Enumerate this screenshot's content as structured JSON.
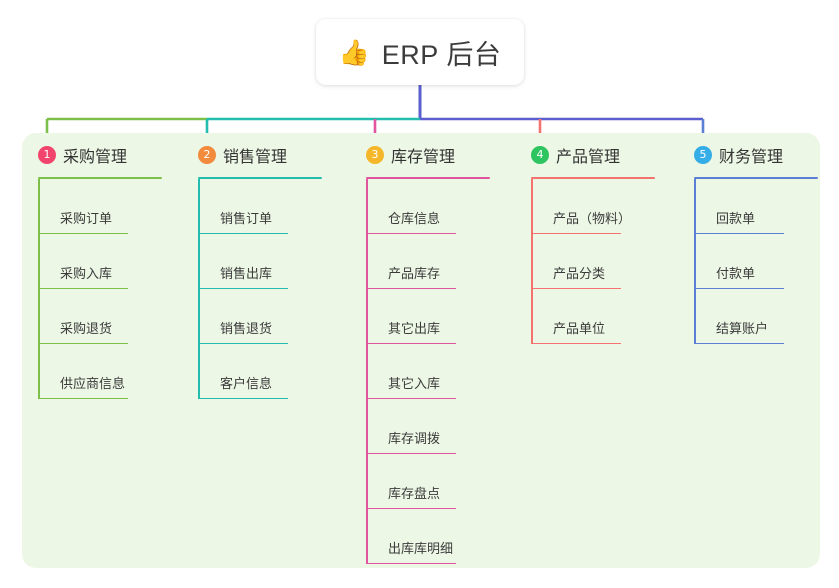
{
  "root": {
    "icon": "thumbs-up-icon",
    "emoji": "👍",
    "title": "ERP 后台"
  },
  "theme": {
    "page_background": "#ffffff",
    "panel_background": "#edf7e6",
    "root_text": "#3c3c3c",
    "trunk_color": "#5b5fcf"
  },
  "columns": [
    {
      "number": "1",
      "title": "采购管理",
      "badge_color": "#f2456e",
      "line_color": "#7cc04a",
      "items": [
        {
          "label": "采购订单"
        },
        {
          "label": "采购入库"
        },
        {
          "label": "采购退货"
        },
        {
          "label": "供应商信息"
        }
      ]
    },
    {
      "number": "2",
      "title": "销售管理",
      "badge_color": "#f28b3c",
      "line_color": "#22bdae",
      "items": [
        {
          "label": "销售订单"
        },
        {
          "label": "销售出库"
        },
        {
          "label": "销售退货"
        },
        {
          "label": "客户信息"
        }
      ]
    },
    {
      "number": "3",
      "title": "库存管理",
      "badge_color": "#f5b72a",
      "line_color": "#e martin",
      "items": [
        {
          "label": "仓库信息"
        },
        {
          "label": "产品库存"
        },
        {
          "label": "其它出库"
        },
        {
          "label": "其它入库"
        },
        {
          "label": "库存调拨"
        },
        {
          "label": "库存盘点"
        },
        {
          "label": "出库库明细"
        }
      ]
    },
    {
      "number": "4",
      "title": "产品管理",
      "badge_color": "#2ec45f",
      "line_color": "#f4736e",
      "items": [
        {
          "label": "产品（物料）"
        },
        {
          "label": "产品分类"
        },
        {
          "label": "产品单位"
        }
      ]
    },
    {
      "number": "5",
      "title": "财务管理",
      "badge_color": "#35aee8",
      "line_color": "#5b7fd4",
      "items": [
        {
          "label": "回款单"
        },
        {
          "label": "付款单"
        },
        {
          "label": "结算账户"
        }
      ]
    }
  ]
}
